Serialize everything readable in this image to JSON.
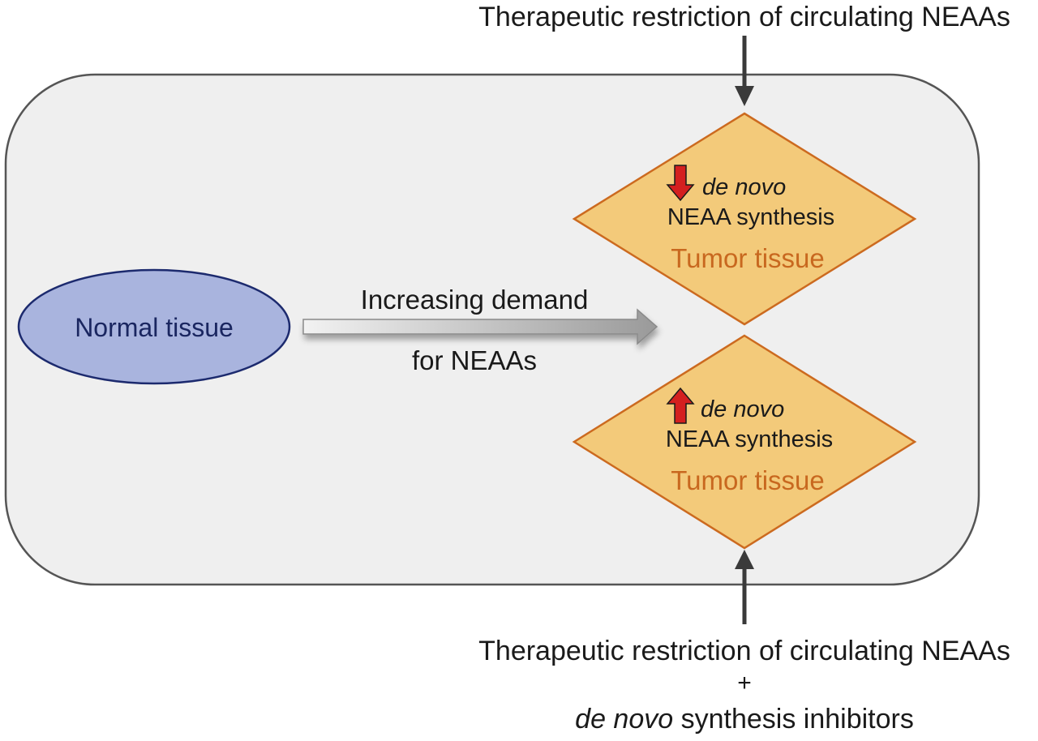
{
  "top_label": "Therapeutic restriction of circulating NEAAs",
  "bottom_label": {
    "line1": "Therapeutic restriction of circulating NEAAs",
    "plus": "+",
    "line3_italic": "de novo",
    "line3_rest": " synthesis inhibitors"
  },
  "normal_tissue": "Normal tissue",
  "demand_arrow": {
    "line1": "Increasing demand",
    "line2": "for NEAAs"
  },
  "tumor_top": {
    "direction": "down",
    "italic": "de novo",
    "line2": "NEAA synthesis",
    "label": "Tumor tissue"
  },
  "tumor_bottom": {
    "direction": "up",
    "italic": "de novo",
    "line2": "NEAA synthesis",
    "label": "Tumor tissue"
  },
  "colors": {
    "panel_fill": "#efefef",
    "panel_stroke": "#555555",
    "ellipse_fill": "#a9b4de",
    "ellipse_stroke": "#1c2a6e",
    "ellipse_text": "#1a2660",
    "diamond_fill": "#f3ca7a",
    "diamond_stroke": "#cc6a1f",
    "tumor_text": "#c8681f",
    "red_arrow": "#d41f1f",
    "dark_arrow": "#3a3a3a"
  }
}
